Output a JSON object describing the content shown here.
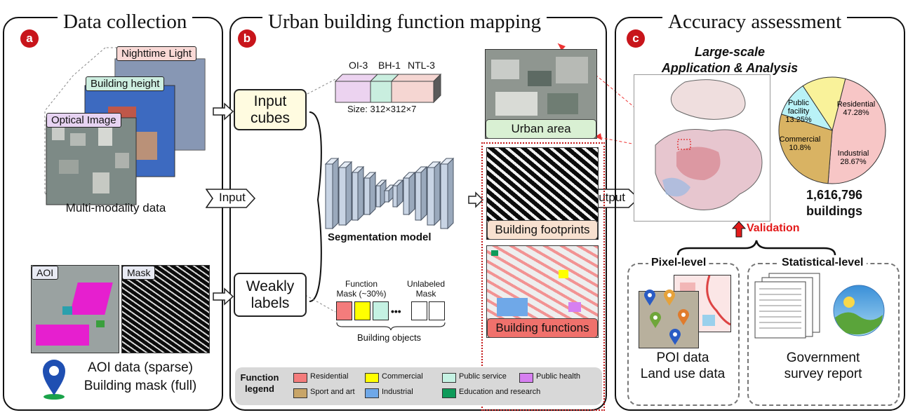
{
  "panel_a": {
    "badge": "a",
    "title": "Data collection",
    "layers": [
      "Nighttime Light",
      "Building height",
      "Optical Image"
    ],
    "multimodal_caption": "Multi-modality data",
    "aoi_label": "AOI",
    "mask_label": "Mask",
    "aoi_caption_1": "AOI data (sparse)",
    "aoi_caption_2": "Building mask (full)"
  },
  "panel_b": {
    "badge": "b",
    "title": "Urban building function mapping",
    "input_arrow": "Input",
    "output_arrow": "Output",
    "input_cubes": "Input cubes",
    "weakly_labels": "Weakly labels",
    "cube_labels": [
      "OI-3",
      "BH-1",
      "NTL-3"
    ],
    "cube_size": "Size: 312×312×7",
    "model_label": "Segmentation model",
    "function_mask": "Function Mask (~30%)",
    "unlabeled_mask": "Unlabeled Mask",
    "ellipsis": "•••",
    "building_objects": "Building objects",
    "urban_area": "Urban area",
    "building_footprints": "Building footprints",
    "building_functions": "Building functions",
    "legend_title": "Function legend",
    "legend": [
      {
        "label": "Residential",
        "color": "#f47c7c"
      },
      {
        "label": "Commercial",
        "color": "#ffff00"
      },
      {
        "label": "Public service",
        "color": "#c5f2e3"
      },
      {
        "label": "Public health",
        "color": "#d67ff0"
      },
      {
        "label": "Sport and art",
        "color": "#c8a568"
      },
      {
        "label": "Industrial",
        "color": "#6fa8e8"
      },
      {
        "label": "Education and research",
        "color": "#0e9b5a"
      }
    ]
  },
  "panel_c": {
    "badge": "c",
    "title": "Accuracy assessment",
    "heading_1": "Large-scale",
    "heading_2": "Application & Analysis",
    "count": "1,616,796",
    "count_unit": "buildings",
    "validation": "Validation",
    "pixel_level": "Pixel-level",
    "statistical_level": "Statistical-level",
    "poi": "POI data",
    "land_use": "Land use data",
    "gov_1": "Government",
    "gov_2": "survey report"
  },
  "chart_data": {
    "type": "pie",
    "categories": [
      "Residential",
      "Industrial",
      "Commercial",
      "Public facility"
    ],
    "values": [
      47.28,
      28.67,
      10.8,
      13.25
    ],
    "labels": [
      "Residential\n47.28%",
      "Industrial\n28.67%",
      "Commercial\n10.8%",
      "Public\nfacility\n13.25%"
    ],
    "colors": [
      "#f7c6c6",
      "#d9b363",
      "#b9f2f7",
      "#f9f29a"
    ]
  }
}
